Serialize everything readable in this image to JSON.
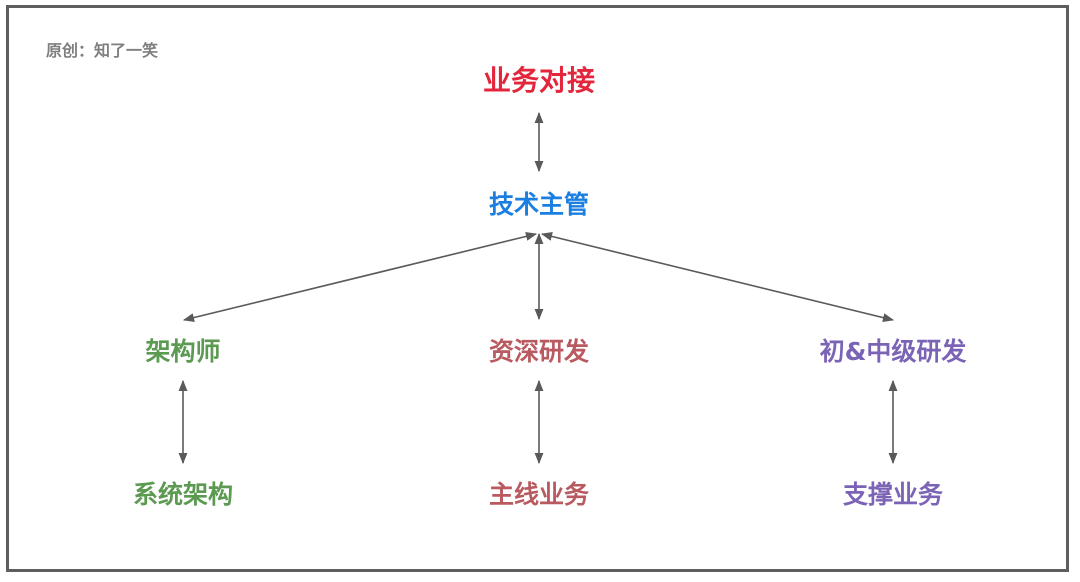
{
  "credit": "原创：知了一笑",
  "colors": {
    "red": "#e3263c",
    "blue": "#1a7fe0",
    "green": "#5c9a52",
    "rose": "#b85a5f",
    "purple": "#7b63b6",
    "connector": "#5a5a5a",
    "frame": "#5e5e5e",
    "credit": "#7f7f7f"
  },
  "nodes": {
    "business": "业务对接",
    "supervisor": "技术主管",
    "architect": "架构师",
    "senior": "资深研发",
    "junior": "初&中级研发",
    "system": "系统架构",
    "main": "主线业务",
    "support": "支撑业务"
  },
  "edges": [
    {
      "from": "business",
      "to": "supervisor",
      "type": "bidirectional"
    },
    {
      "from": "supervisor",
      "to": "architect",
      "type": "bidirectional"
    },
    {
      "from": "supervisor",
      "to": "senior",
      "type": "bidirectional"
    },
    {
      "from": "supervisor",
      "to": "junior",
      "type": "bidirectional"
    },
    {
      "from": "architect",
      "to": "system",
      "type": "bidirectional"
    },
    {
      "from": "senior",
      "to": "main",
      "type": "bidirectional"
    },
    {
      "from": "junior",
      "to": "support",
      "type": "bidirectional"
    }
  ]
}
